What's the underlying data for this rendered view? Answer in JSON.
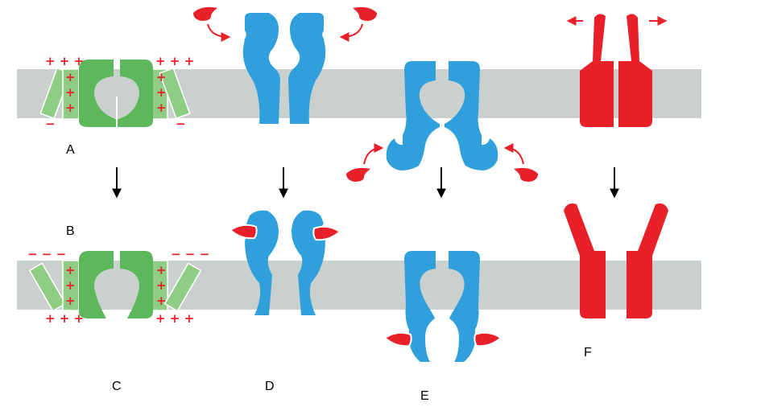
{
  "colors": {
    "membrane": "#c9d0cd",
    "voltage_channel": "#5cb85a",
    "voltage_sensor": "#8fcd85",
    "ligand_channel": "#2fa0dc",
    "ligand": "#e8202a",
    "mechanical_channel": "#e8202a",
    "charge": "#e8202a",
    "arrow": "#000000"
  },
  "labels": {
    "a": "A",
    "b": "B",
    "c": "C",
    "d": "D",
    "e": "E",
    "f": "F"
  },
  "charges": {
    "positive": "+",
    "positive_triple": "+ + +",
    "negative": "−",
    "negative_triple": "− − −"
  },
  "icons": {
    "transition_arrow": "arrow-down-icon",
    "stretch_arrow": "arrow-horizontal-icon",
    "binding_arrow": "curved-arrow-icon",
    "ligand": "ligand-drop-icon"
  }
}
